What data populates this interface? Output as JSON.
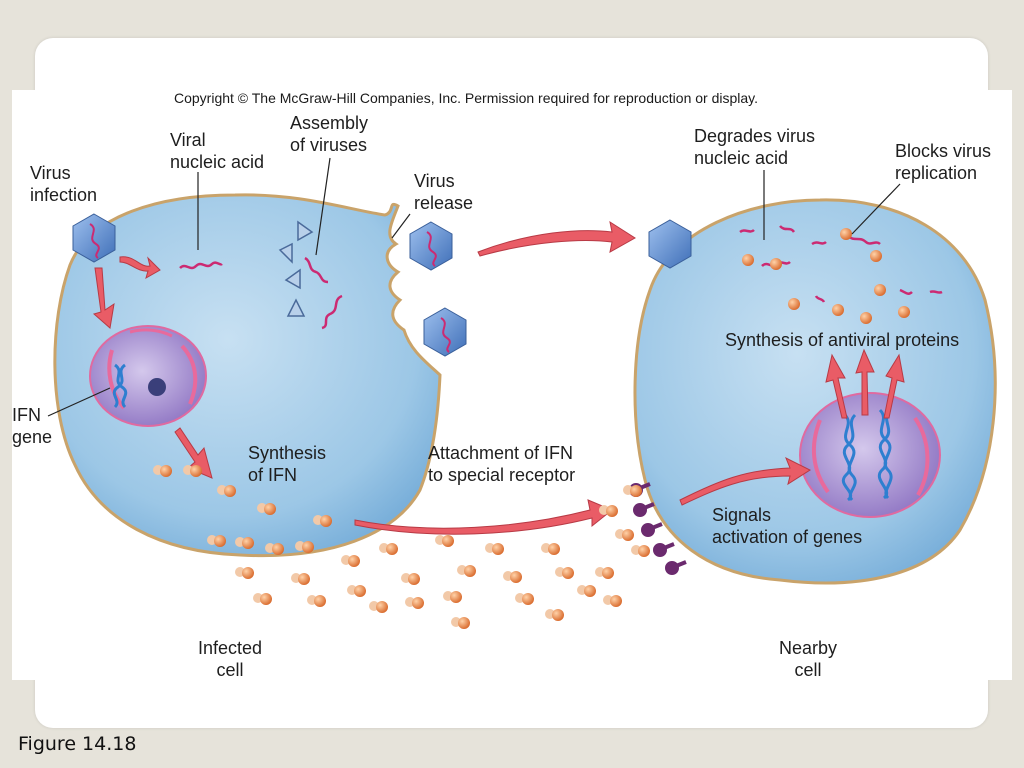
{
  "copyright": "Copyright © The McGraw-Hill Companies, Inc. Permission required for reproduction or display.",
  "caption": "Figure 14.18",
  "labels": {
    "virus_infection": [
      "Virus",
      "infection"
    ],
    "viral_nucleic_acid": [
      "Viral",
      "nucleic acid"
    ],
    "assembly_of_viruses": [
      "Assembly",
      "of viruses"
    ],
    "virus_release": [
      "Virus",
      "release"
    ],
    "ifn_gene": [
      "IFN",
      "gene"
    ],
    "synthesis_of_ifn": [
      "Synthesis",
      "of IFN"
    ],
    "attachment_of_ifn": [
      "Attachment of IFN",
      "to special receptor"
    ],
    "degrades_virus": [
      "Degrades virus",
      "nucleic acid"
    ],
    "blocks_virus": [
      "Blocks virus",
      "replication"
    ],
    "synthesis_antiviral": "Synthesis of antiviral proteins",
    "signals_activation": [
      "Signals",
      "activation of genes"
    ],
    "infected_cell": [
      "Infected",
      "cell"
    ],
    "nearby_cell": [
      "Nearby",
      "cell"
    ]
  },
  "colors": {
    "cell_fill": "#8fbfe0",
    "cell_edge": "#c9a36a",
    "nucleus_fill": "#a995cf",
    "arrow_red": "#e95c66",
    "virus_blue": "#5f8fcf",
    "rna_magenta": "#cc2a72",
    "ifn_orange": "#e58a4e",
    "dna_blue": "#2e7fd0",
    "receptor_purple": "#6b2a6e"
  }
}
